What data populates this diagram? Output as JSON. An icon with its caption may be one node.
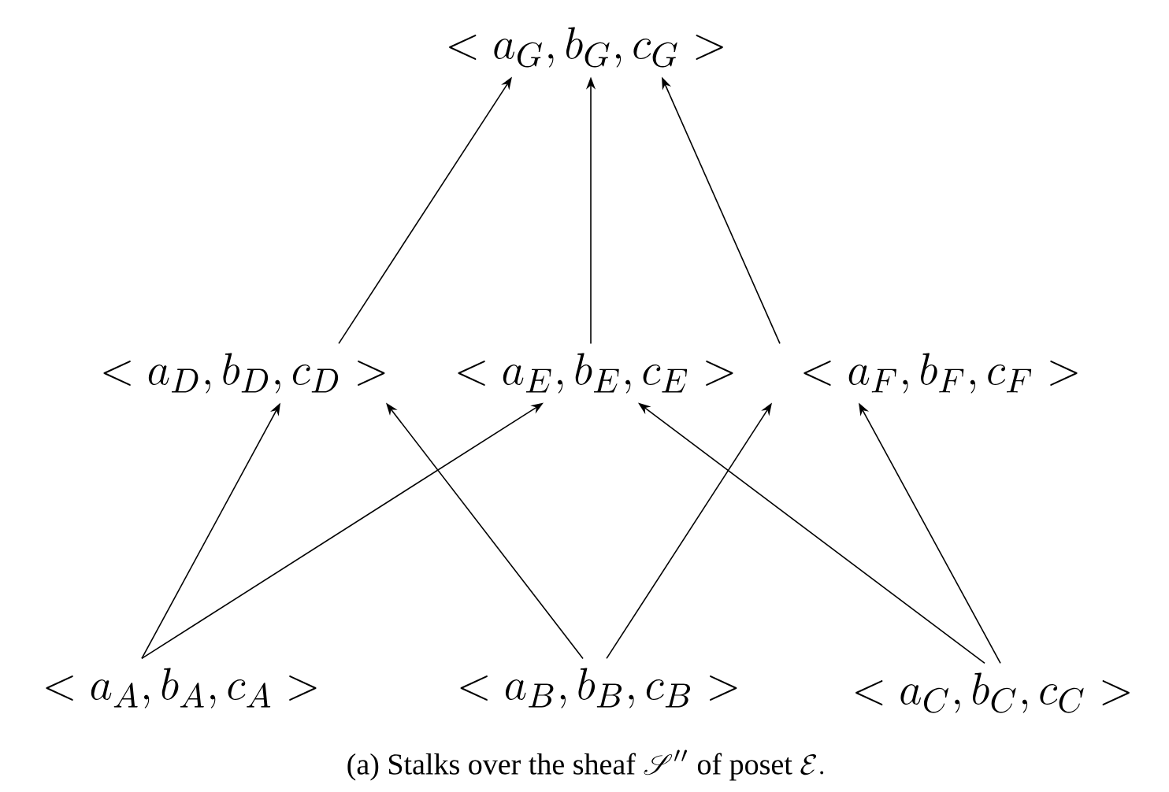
{
  "diagram": {
    "caption": "\\text{(a) Stalks over the sheaf }\\mathscr{S}''\\text{ of poset }\\mathcal{E}.",
    "nodes": [
      {
        "text": [
          "< a_{G}, b_{G}, c_{G} >"
        ]
      },
      {
        "text": [
          "< a_{D}, b_{D}, c_{D} >"
        ]
      },
      {
        "text": [
          "< a_{E}, b_{E}, c_{E} >"
        ]
      },
      {
        "text": [
          "< a_{F}, b_{F}, c_{F} >"
        ]
      },
      {
        "text": [
          "< a_{A}, b_{A}, c_{A} >"
        ]
      },
      {
        "text": [
          "< a_{B}, b_{B}, c_{B} >"
        ]
      },
      {
        "text": [
          "< a_{C}, b_{C}, c_{C} >"
        ]
      }
    ],
    "edges": [
      {
        "from": 1,
        "to": 0,
        "arrow": "to"
      },
      {
        "from": 2,
        "to": 0,
        "arrow": "to"
      },
      {
        "from": 3,
        "to": 0,
        "arrow": "to"
      },
      {
        "from": 4,
        "to": 1,
        "arrow": "to"
      },
      {
        "from": 4,
        "to": 2,
        "arrow": "to"
      },
      {
        "from": 5,
        "to": 1,
        "arrow": "to"
      },
      {
        "from": 5,
        "to": 3,
        "arrow": "to"
      },
      {
        "from": 6,
        "to": 2,
        "arrow": "to"
      },
      {
        "from": 6,
        "to": 3,
        "arrow": "to"
      }
    ]
  }
}
